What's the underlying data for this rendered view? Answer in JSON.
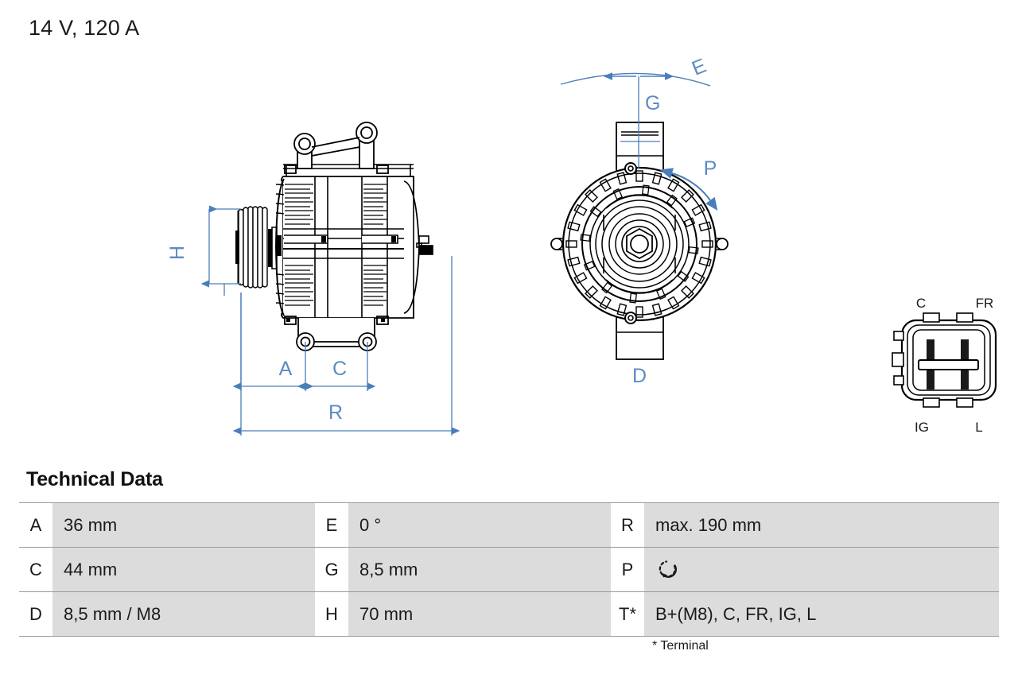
{
  "page": {
    "title": "14 V, 120 A",
    "background": "#ffffff"
  },
  "colors": {
    "dimension_blue": "#4a7ebb",
    "line_black": "#000000",
    "table_row_gray": "#dcdcdc",
    "table_border": "#9a9a9a"
  },
  "drawing": {
    "side_view": {
      "dimension_labels": [
        "H",
        "A",
        "C",
        "R"
      ]
    },
    "front_view": {
      "dimension_labels": [
        "E",
        "G",
        "P",
        "D"
      ]
    },
    "connector": {
      "labels": {
        "top_left": "C",
        "top_right": "FR",
        "bottom_left": "IG",
        "bottom_right": "L"
      }
    }
  },
  "tech_data": {
    "heading": "Technical Data",
    "footnote": "* Terminal",
    "rows": [
      {
        "k1": "A",
        "v1": "36 mm",
        "k2": "E",
        "v2": "0 °",
        "k3": "R",
        "v3": "max. 190 mm"
      },
      {
        "k1": "C",
        "v1": "44 mm",
        "k2": "G",
        "v2": "8,5 mm",
        "k3": "P",
        "v3": ""
      },
      {
        "k1": "D",
        "v1": "8,5 mm / M8",
        "k2": "H",
        "v2": "70 mm",
        "k3": "T*",
        "v3": "B+(M8), C, FR, IG, L"
      }
    ]
  }
}
